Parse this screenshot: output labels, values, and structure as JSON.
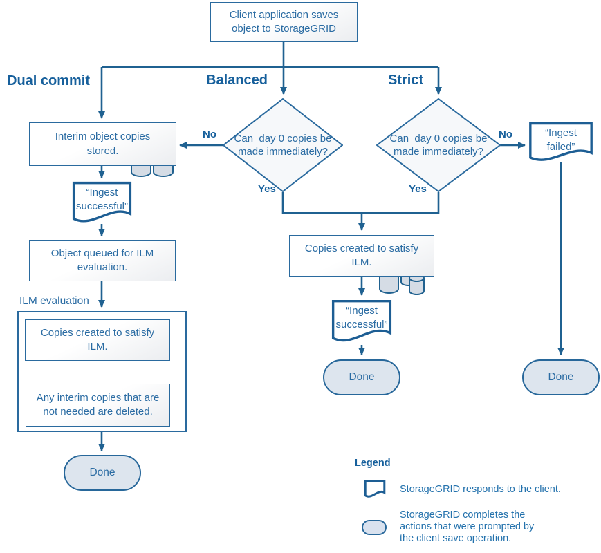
{
  "colors": {
    "line": "#1f6191",
    "heading": "#17609c",
    "node_text": "#2b6ca3",
    "done_fill": "#dde5ee",
    "cylinder_fill": "#d5dce5"
  },
  "branches": {
    "dual_commit": "Dual commit",
    "balanced": "Balanced",
    "strict": "Strict"
  },
  "nodes": {
    "client_save": "Client application saves\nobject to StorageGRID",
    "interim_stored": "Interim object copies\nstored.",
    "ingest_successful": "“Ingest\nsuccessful”",
    "object_queued": "Object queued for ILM\nevaluation.",
    "ilm_evaluation_label": "ILM evaluation",
    "copies_created": "Copies created to satisfy\nILM.",
    "interim_deleted": "Any interim copies that are\nnot needed are deleted.",
    "decision": "Can  day 0 copies be\nmade immediately?",
    "ingest_failed": "“Ingest\nfailed”",
    "done": "Done",
    "yes": "Yes",
    "no": "No"
  },
  "legend": {
    "title": "Legend",
    "responds": "StorageGRID responds to the client.",
    "completes": "StorageGRID completes the\nactions that were prompted by\nthe client save operation."
  }
}
